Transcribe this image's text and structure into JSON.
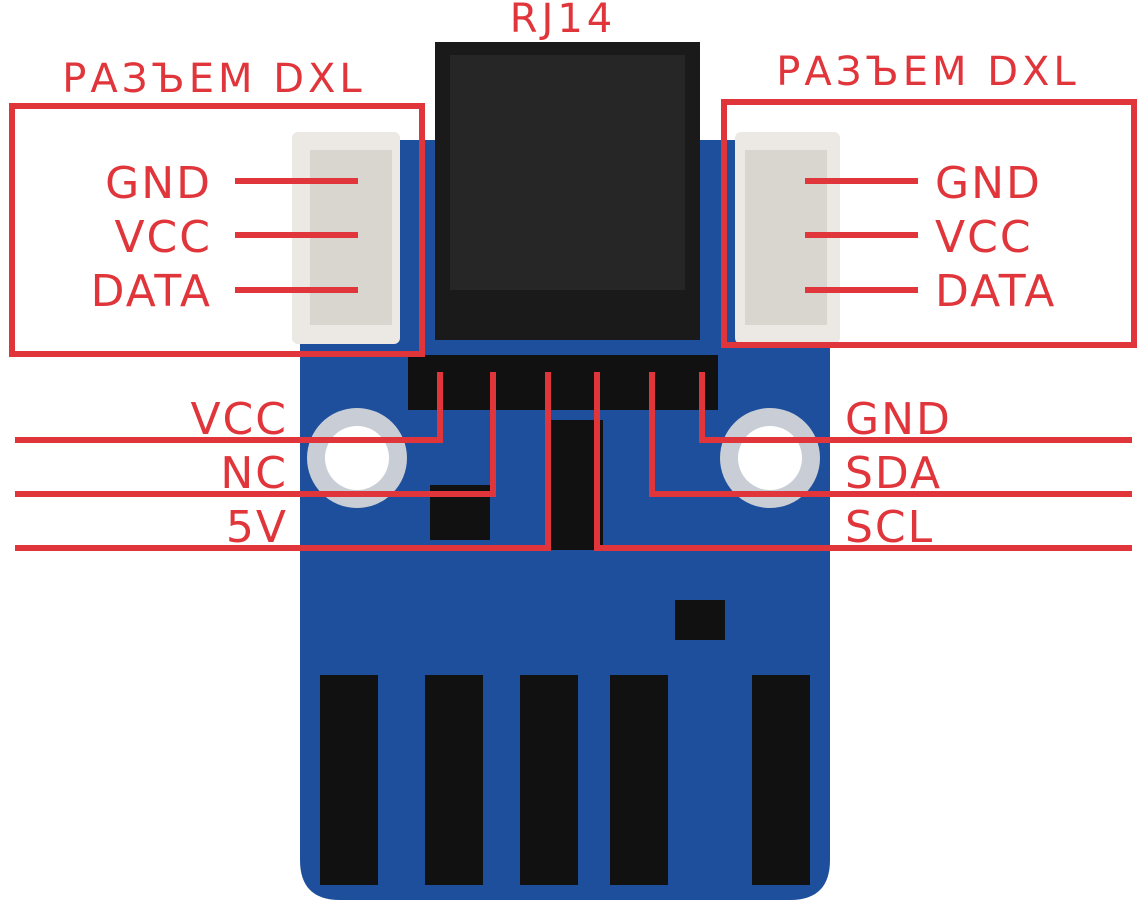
{
  "title": "RJ14",
  "colors": {
    "accent": "#e0353a",
    "board": "#1d4f9c",
    "connector": "#1a1a1a",
    "housing": "#ece9e4"
  },
  "left_connector": {
    "heading": "РАЗЪЕМ DXL",
    "pins": [
      "GND",
      "VCC",
      "DATA"
    ]
  },
  "right_connector": {
    "heading": "РАЗЪЕМ DXL",
    "pins": [
      "GND",
      "VCC",
      "DATA"
    ]
  },
  "header_left_pins": [
    "VCC",
    "NC",
    "5V"
  ],
  "header_right_pins": [
    "GND",
    "SDA",
    "SCL"
  ]
}
